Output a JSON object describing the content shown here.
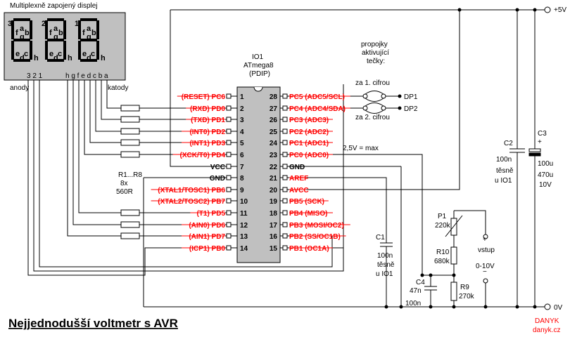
{
  "title": "Nejjednodušší voltmetr s AVR",
  "display": {
    "label": "Multiplexně zapojený displej",
    "digit_numbers": [
      "3",
      "2",
      "1"
    ],
    "segment_letters_top": [
      "f",
      "a",
      "g",
      "b"
    ],
    "segment_letters_bottom": [
      "e",
      "d",
      "c",
      "h"
    ],
    "bottom_pins_digits": "3 2 1",
    "bottom_pins_segments": "h g f e d c b a",
    "anodes_label": "anody",
    "cathodes_label": "katody"
  },
  "chip": {
    "ref": "IO1",
    "name": "ATmega8",
    "package": "(PDIP)",
    "left_pins": [
      {
        "num": "1",
        "label": "(RESET) PC6",
        "used": false
      },
      {
        "num": "2",
        "label": "(RXD) PD0",
        "used": false
      },
      {
        "num": "3",
        "label": "(TXD) PD1",
        "used": false
      },
      {
        "num": "4",
        "label": "(INT0) PD2",
        "used": false
      },
      {
        "num": "5",
        "label": "(INT1) PD3",
        "used": false
      },
      {
        "num": "6",
        "label": "(XCK/T0) PD4",
        "used": false
      },
      {
        "num": "7",
        "label": "VCC",
        "used": true
      },
      {
        "num": "8",
        "label": "GND",
        "used": true
      },
      {
        "num": "9",
        "label": "(XTAL1/TOSC1) PB6",
        "used": false
      },
      {
        "num": "10",
        "label": "(XTAL2/TOSC2) PB7",
        "used": false
      },
      {
        "num": "11",
        "label": "(T1) PD5",
        "used": false
      },
      {
        "num": "12",
        "label": "(AIN0) PD6",
        "used": false
      },
      {
        "num": "13",
        "label": "(AIN1) PD7",
        "used": false
      },
      {
        "num": "14",
        "label": "(ICP1) PB0",
        "used": false
      }
    ],
    "right_pins": [
      {
        "num": "28",
        "label": "PC5 (ADC5/SCL)",
        "used": false
      },
      {
        "num": "27",
        "label": "PC4 (ADC4/SDA)",
        "used": false
      },
      {
        "num": "26",
        "label": "PC3 (ADC3)",
        "used": false
      },
      {
        "num": "25",
        "label": "PC2 (ADC2)",
        "used": false
      },
      {
        "num": "24",
        "label": "PC1 (ADC1)",
        "used": false
      },
      {
        "num": "23",
        "label": "PC0 (ADC0)",
        "used": false
      },
      {
        "num": "22",
        "label": "GND",
        "used": true
      },
      {
        "num": "21",
        "label": "AREF",
        "used": false
      },
      {
        "num": "20",
        "label": "AVCC",
        "used": false
      },
      {
        "num": "19",
        "label": "PB5 (SCK)",
        "used": false
      },
      {
        "num": "18",
        "label": "PB4 (MISO)",
        "used": false
      },
      {
        "num": "17",
        "label": "PB3 (MOSI/OC2)",
        "used": false
      },
      {
        "num": "16",
        "label": "PB2 (SS/OC1B)",
        "used": false
      },
      {
        "num": "15",
        "label": "PB1 (OC1A)",
        "used": false
      }
    ]
  },
  "labels": {
    "resistors": [
      "R1...R8",
      "8x",
      "560R"
    ],
    "jumpers_note": [
      "propojky",
      "aktivující",
      "tečky:"
    ],
    "jumper_1": "za 1. cifrou",
    "jumper_2": "za 2. cifrou",
    "dp1": "DP1",
    "dp2": "DP2",
    "vref": "2,5V = max",
    "plus5v": "+5V",
    "zero_v": "0V",
    "c1": [
      "C1",
      "100n",
      "těsně",
      "u IO1"
    ],
    "c2": [
      "C2",
      "100n",
      "těsně",
      "u IO1"
    ],
    "c3": [
      "C3",
      "+",
      "100u",
      "470u",
      "10V"
    ],
    "p1": [
      "P1",
      "220k"
    ],
    "r10": [
      "R10",
      "680k"
    ],
    "r9": [
      "R9",
      "270k"
    ],
    "c4": [
      "C4",
      "47n",
      "100n"
    ],
    "input": [
      "+",
      "vstup",
      "0-10V",
      "−"
    ],
    "author": [
      "DANYK",
      "danyk.cz"
    ]
  }
}
